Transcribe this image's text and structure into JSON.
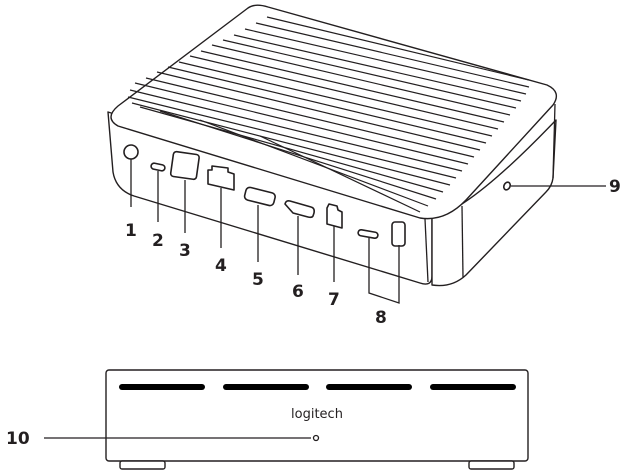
{
  "figure": {
    "description": "Logitech device port diagram: rear/side isometric view with numbered callouts and front elevation view",
    "stroke_color": "#231f20",
    "background": "#ffffff"
  },
  "top_view": {
    "callouts": [
      {
        "id": 1,
        "label": "1",
        "part": "round-port"
      },
      {
        "id": 2,
        "label": "2",
        "part": "small-oval-port"
      },
      {
        "id": 3,
        "label": "3",
        "part": "square-port"
      },
      {
        "id": 4,
        "label": "4",
        "part": "ethernet-port"
      },
      {
        "id": 5,
        "label": "5",
        "part": "wide-slot-port"
      },
      {
        "id": 6,
        "label": "6",
        "part": "hdmi-port"
      },
      {
        "id": 7,
        "label": "7",
        "part": "ethernet-port-small"
      },
      {
        "id": 8,
        "label": "8",
        "part": "usb-c-and-usb-a-pair"
      },
      {
        "id": 9,
        "label": "9",
        "part": "side-pinhole"
      }
    ]
  },
  "front_view": {
    "brand": "logitech",
    "callouts": [
      {
        "id": 10,
        "label": "10",
        "part": "front-indicator-led"
      }
    ],
    "vent_slots": 4
  }
}
